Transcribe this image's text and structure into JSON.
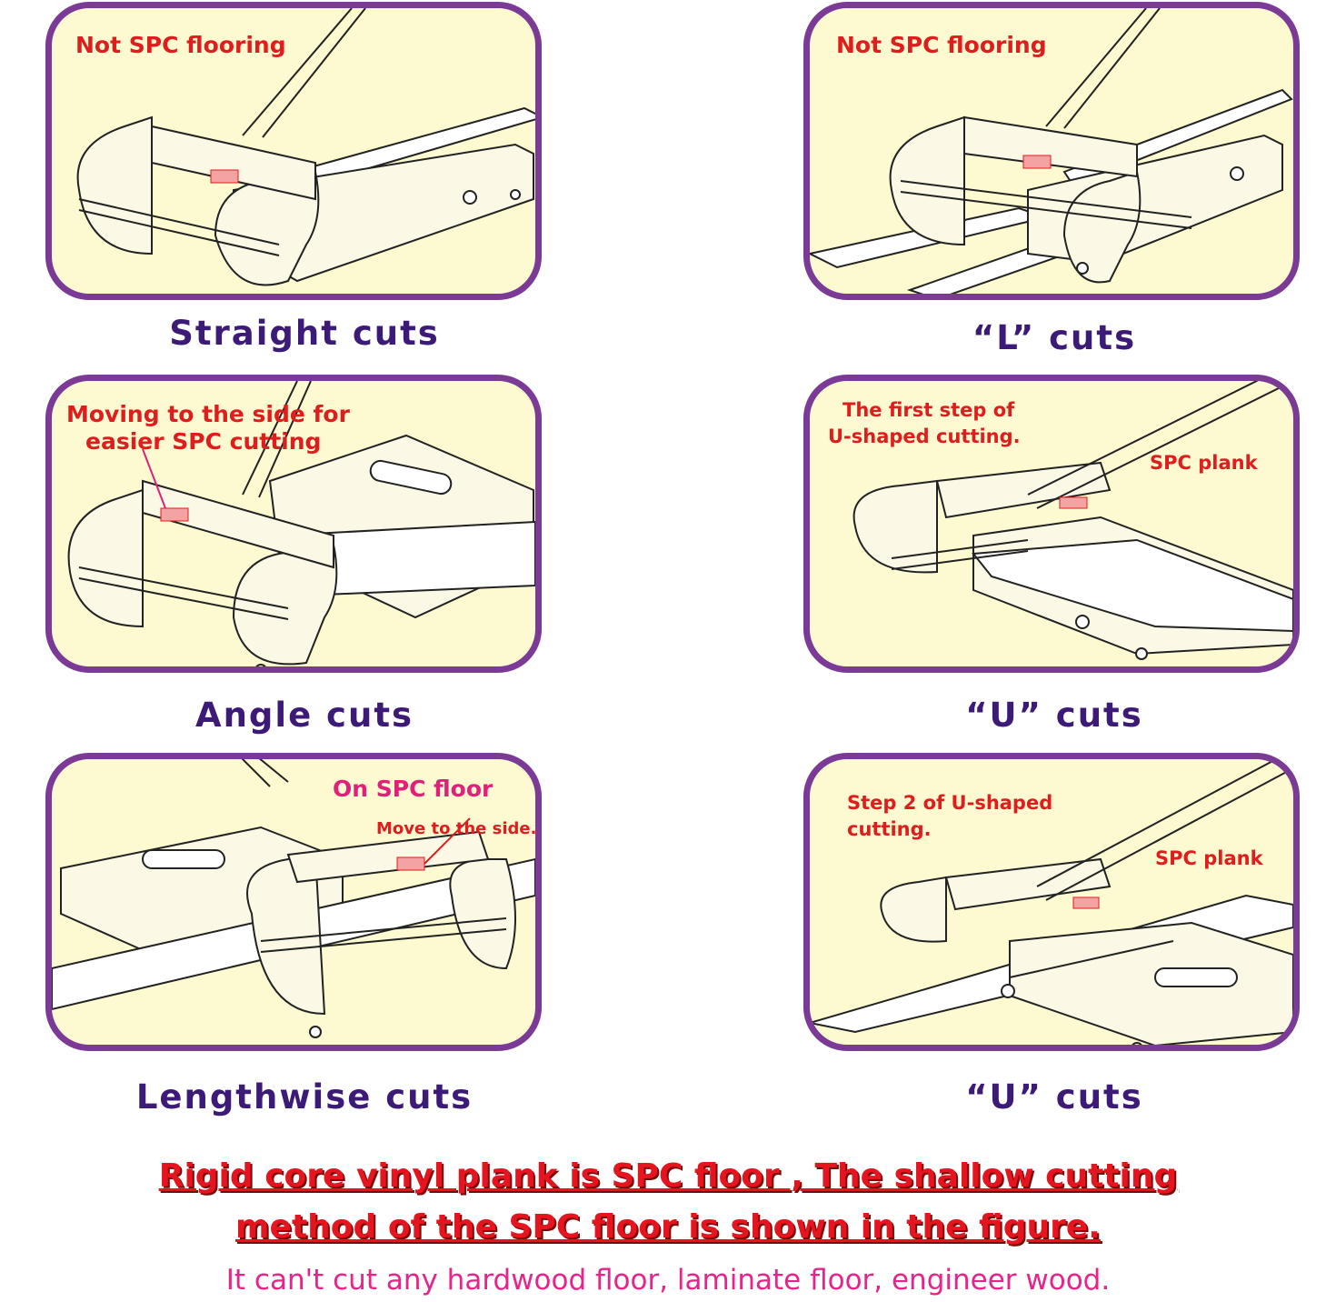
{
  "panels": [
    {
      "note": "Not SPC flooring",
      "caption": "Straight cuts"
    },
    {
      "note": "Not SPC flooring",
      "caption": "“L” cuts"
    },
    {
      "note_line1": "Moving to the side for",
      "note_line2": "easier SPC cutting",
      "caption": "Angle cuts"
    },
    {
      "note_line1": "The first step of",
      "note_line2": "U-shaped cutting.",
      "note2": "SPC plank",
      "caption": "“U” cuts"
    },
    {
      "note": "On SPC  floor",
      "note2": "Move to the side.",
      "caption": "Lengthwise  cuts"
    },
    {
      "note_line1": "Step 2 of U-shaped",
      "note_line2": "cutting.",
      "note2": "SPC plank",
      "caption": "“U” cuts"
    }
  ],
  "headline_line1": "Rigid core vinyl plank is SPC floor , The shallow cutting",
  "headline_line2": "method of the SPC floor is shown in the figure.",
  "footer": "It can't cut any hardwood floor, laminate floor, engineer wood.",
  "colors": {
    "panel_fill": "#fdf9d0",
    "panel_border": "#7b3a96",
    "caption": "#3c1a78",
    "note_red": "#e01d1d",
    "note_pink": "#e0207a",
    "headline": "#e6141e",
    "footer": "#e6248a"
  }
}
